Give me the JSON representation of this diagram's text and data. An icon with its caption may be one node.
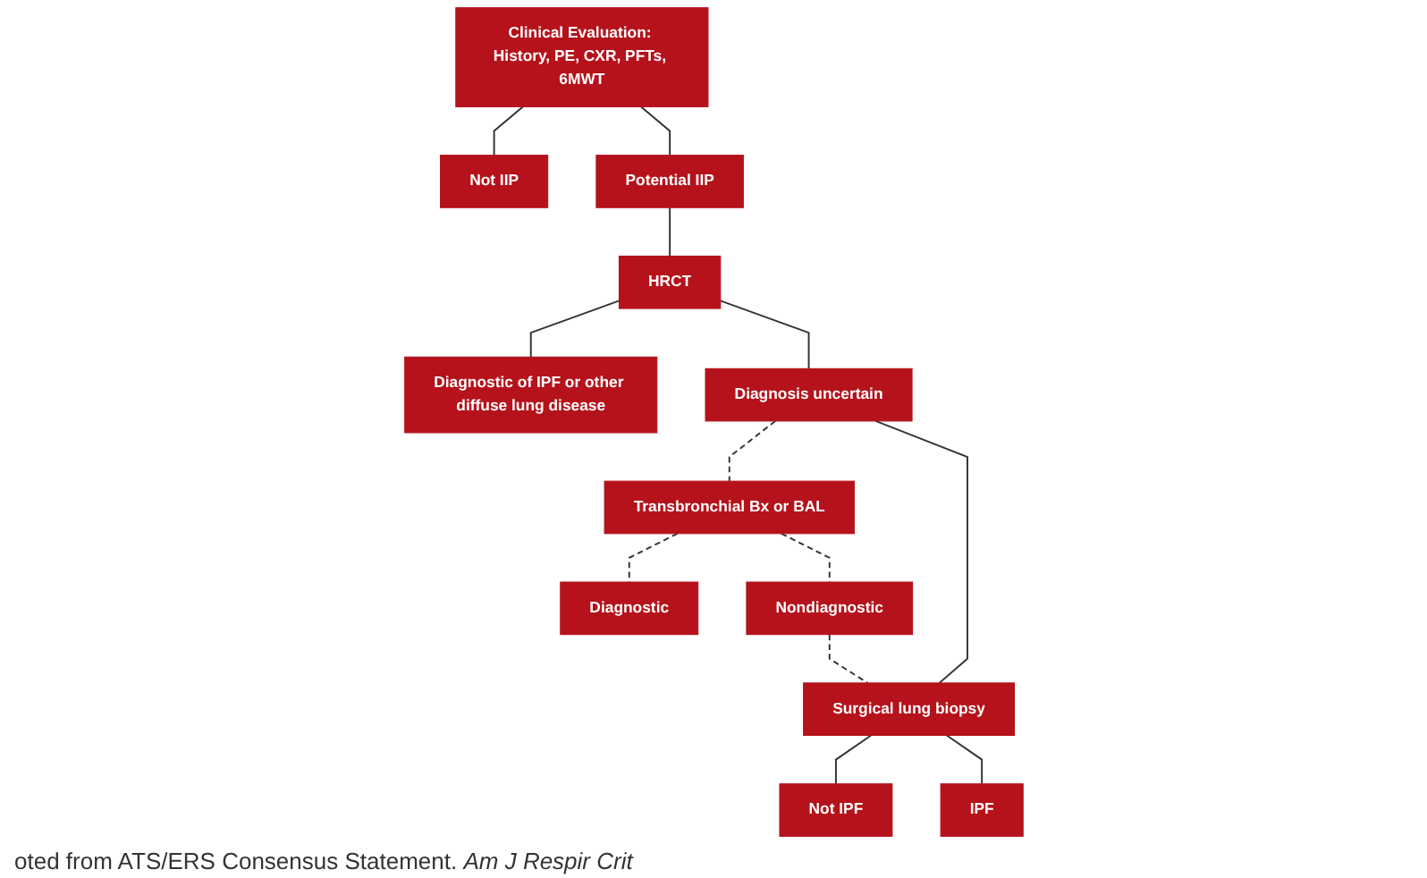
{
  "diagram": {
    "caption": "oted from ATS/ERS Consensus Statement. *Am J Respir Crit*",
    "nodes": [
      {
        "text": [
          "Clinical Evaluation: History, PE, CXR, PFTs, 6MWT"
        ]
      },
      {
        "text": [
          "Not IIP"
        ]
      },
      {
        "text": [
          "Potential IIP"
        ]
      },
      {
        "text": [
          "HRCT"
        ]
      },
      {
        "text": [
          "Diagnostic of IPF or other diffuse lung disease"
        ]
      },
      {
        "text": [
          "Diagnosis uncertain"
        ]
      },
      {
        "text": [
          "Transbronchial Bx or BAL"
        ]
      },
      {
        "text": [
          "Diagnostic"
        ]
      },
      {
        "text": [
          "Nondiagnostic"
        ]
      },
      {
        "text": [
          "Surgical lung biopsy"
        ]
      },
      {
        "text": [
          "Not IPF"
        ]
      },
      {
        "text": [
          "IPF"
        ]
      }
    ],
    "edges": [
      {
        "from": 0,
        "to": 1,
        "arrow": "none"
      },
      {
        "from": 0,
        "to": 2,
        "arrow": "none"
      },
      {
        "from": 2,
        "to": 3,
        "arrow": "none"
      },
      {
        "from": 3,
        "to": 4,
        "arrow": "none"
      },
      {
        "from": 3,
        "to": 5,
        "arrow": "none"
      },
      {
        "from": 5,
        "to": 6,
        "arrow": "none",
        "style": "dashed"
      },
      {
        "from": 6,
        "to": 7,
        "arrow": "none",
        "style": "dashed"
      },
      {
        "from": 6,
        "to": 8,
        "arrow": "none",
        "style": "dashed"
      },
      {
        "from": 8,
        "to": 9,
        "arrow": "none",
        "style": "dashed"
      },
      {
        "from": 5,
        "to": 9,
        "arrow": "none"
      },
      {
        "from": 9,
        "to": 10,
        "arrow": "none"
      },
      {
        "from": 9,
        "to": 11,
        "arrow": "none"
      }
    ]
  }
}
